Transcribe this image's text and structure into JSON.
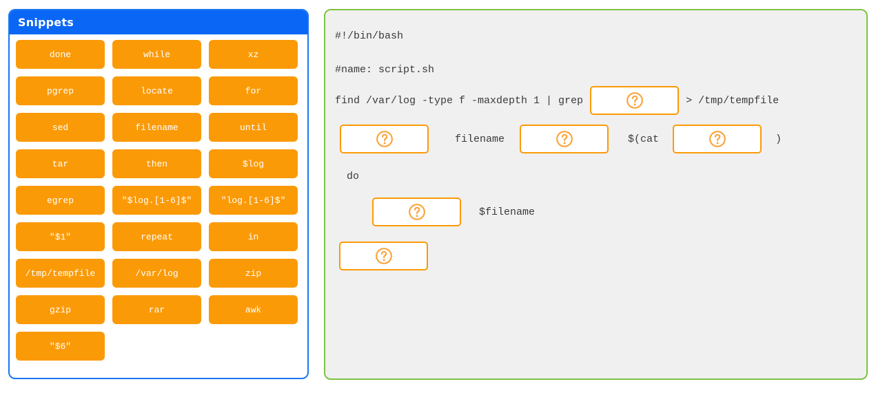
{
  "snippets_panel": {
    "title": "Snippets",
    "accent_color": "#0a66f5",
    "chip_color": "#FB9A07",
    "items": [
      {
        "label": "done"
      },
      {
        "label": "while"
      },
      {
        "label": "xz"
      },
      {
        "label": "pgrep"
      },
      {
        "label": "locate"
      },
      {
        "label": "for"
      },
      {
        "label": "sed"
      },
      {
        "label": "filename"
      },
      {
        "label": "until"
      },
      {
        "label": "tar"
      },
      {
        "label": "then"
      },
      {
        "label": "$log"
      },
      {
        "label": "egrep"
      },
      {
        "label": "\"$log.[1-6]$\""
      },
      {
        "label": "\"log.[1-6]$\""
      },
      {
        "label": "\"$1\""
      },
      {
        "label": "repeat"
      },
      {
        "label": "in"
      },
      {
        "label": "/tmp/tempfile"
      },
      {
        "label": "/var/log"
      },
      {
        "label": "zip"
      },
      {
        "label": "gzip"
      },
      {
        "label": "rar"
      },
      {
        "label": "awk"
      },
      {
        "label": "\"$6\""
      }
    ]
  },
  "code_panel": {
    "border_color": "#7dc242",
    "background_color": "#f0f0f0",
    "dropzone_border_color": "#FB9A07",
    "icon": "question-mark-circle-icon",
    "lines": {
      "shebang": "#!/bin/bash",
      "name_comment": "#name: script.sh",
      "find_prefix": "find /var/log -type f -maxdepth 1 | grep",
      "find_suffix": "> /tmp/tempfile",
      "while_filename": "filename",
      "while_cat": "$(cat",
      "while_close": ")",
      "do": " do",
      "cmd_arg": "$filename"
    }
  }
}
